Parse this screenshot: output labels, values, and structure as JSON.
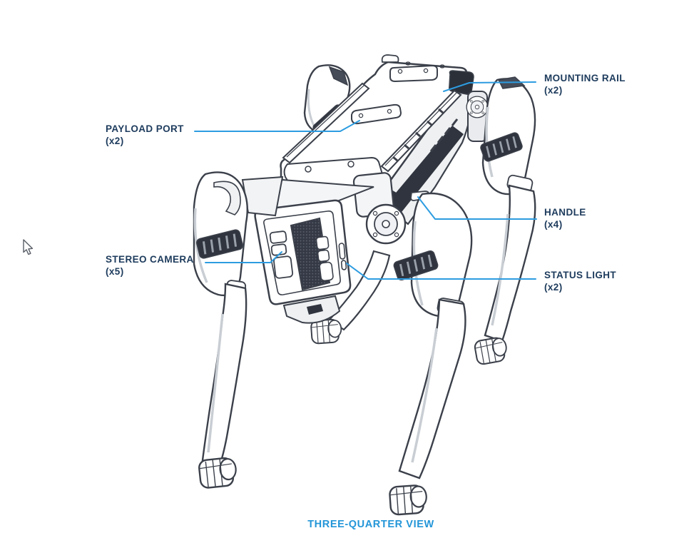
{
  "diagram": {
    "caption": "THREE-QUARTER VIEW",
    "subject": "quadruped robot line illustration",
    "labels": [
      {
        "id": "payload-port",
        "name": "PAYLOAD PORT",
        "count": "(x2)",
        "side": "left"
      },
      {
        "id": "mounting-rail",
        "name": "MOUNTING RAIL",
        "count": "(x2)",
        "side": "right"
      },
      {
        "id": "stereo-camera",
        "name": "STEREO CAMERA",
        "count": "(x5)",
        "side": "left"
      },
      {
        "id": "handle",
        "name": "HANDLE",
        "count": "(x4)",
        "side": "right"
      },
      {
        "id": "status-light",
        "name": "STATUS LIGHT",
        "count": "(x2)",
        "side": "right"
      }
    ],
    "colors": {
      "leader_line": "#2d9ce0",
      "label_text": "#1d3b5c",
      "caption_text": "#2496d8",
      "ink": "#3b404a",
      "dark_fill": "#30343e"
    },
    "icons": [
      "mouse-cursor-icon"
    ]
  }
}
